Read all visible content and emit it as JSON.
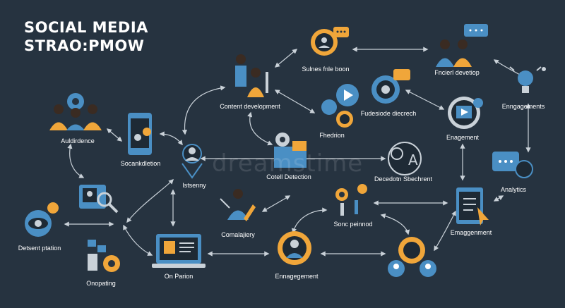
{
  "title": {
    "line1": "SOCIAL MEDIA",
    "line2": "STRAO:PMOW"
  },
  "labels": {
    "audience": "Auldirdence",
    "social_selection": "Socankdletion",
    "detection": "Detsent ptation",
    "onpating": "Onopating",
    "on_parion": "On Parion",
    "strategy": "Istsenny",
    "content_dev": "Content development",
    "business": "Sulnes fnle boon",
    "expert_dev": "Fncierl devetiop",
    "engagements": "Enngagements",
    "platform": "Fhedrion",
    "decision": "Fudesiode diecrech",
    "engagement_right": "Enagement",
    "coll_detection": "Cotell Detection",
    "decision_sbchrent": "Decedotn Sbechrent",
    "analytics": "Analytics",
    "complacy": "Comalajiery",
    "sonc": "Sonc peinnod",
    "emaggement": "Emaggenment",
    "enngagement_bottom": "Ennagegement"
  },
  "watermark": "dreamstime",
  "colors": {
    "background": "#263340",
    "accent_orange": "#f0a63a",
    "accent_blue": "#4a8fc4",
    "arrow": "#c9d1d8"
  }
}
